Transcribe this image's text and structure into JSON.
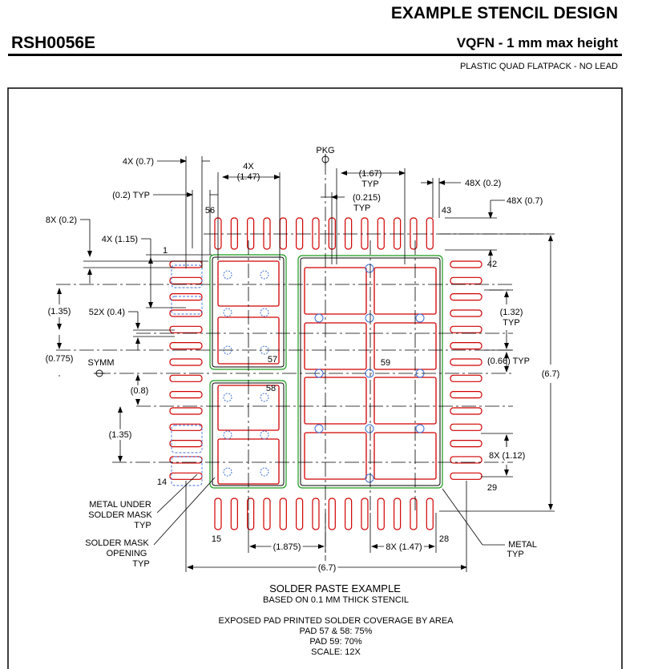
{
  "header": {
    "title": "EXAMPLE STENCIL DESIGN",
    "part_number": "RSH0056E",
    "package": "VQFN - 1 mm max height",
    "subtitle": "PLASTIC QUAD FLATPACK - NO LEAD"
  },
  "dimensions": {
    "d_4x_0_7": "4X (0.7)",
    "d_4x": "4X",
    "d_1_47": "(1.47)",
    "pkg": "PKG",
    "d_1_67": "(1.67)",
    "d_typ_a": "TYP",
    "d_48x_0_2": "48X (0.2)",
    "d_0_2_typ": "(0.2) TYP",
    "d_0_215": "(0.215)",
    "d_typ_b": "TYP",
    "d_48x_0_7": "48X (0.7)",
    "d_8x_0_2": "8X (0.2)",
    "d_4x_1_15": "4X (1.15)",
    "d_1_35_a": "(1.35)",
    "d_52x_0_4": "52X (0.4)",
    "d_1_32": "(1.32)",
    "d_typ_c": "TYP",
    "d_0_775": "(0.775)",
    "symm": "SYMM",
    "d_0_66_typ": "(0.66) TYP",
    "d_6_7_v": "(6.7)",
    "d_0_8": "(0.8)",
    "d_1_35_b": "(1.35)",
    "d_8x_1_12": "8X (1.12)",
    "d_1_875": "(1.875)",
    "d_8x_1_47": "8X (1.47)",
    "d_6_7_h": "(6.7)"
  },
  "pins": {
    "p56": "56",
    "p43": "43",
    "p1": "1",
    "p42": "42",
    "p14": "14",
    "p29": "29",
    "p15": "15",
    "p28": "28",
    "pad57": "57",
    "pad58": "58",
    "pad59": "59"
  },
  "callouts": {
    "metal_under_1": "METAL UNDER",
    "metal_under_2": "SOLDER MASK",
    "metal_under_3": "TYP",
    "mask_open_1": "SOLDER MASK",
    "mask_open_2": "OPENING",
    "mask_open_3": "TYP",
    "metal_1": "METAL",
    "metal_2": "TYP"
  },
  "caption": {
    "line1": "SOLDER PASTE EXAMPLE",
    "line2": "BASED ON 0.1 MM THICK STENCIL",
    "line3": "EXPOSED PAD PRINTED SOLDER COVERAGE BY AREA",
    "line4": "PAD 57 & 58: 75%",
    "line5": "PAD 59: 70%",
    "line6": "SCALE: 12X"
  },
  "colors": {
    "metal": "#d10000",
    "mask": "#1a9a1a",
    "via": "#3b6fd8",
    "line": "#000000"
  }
}
